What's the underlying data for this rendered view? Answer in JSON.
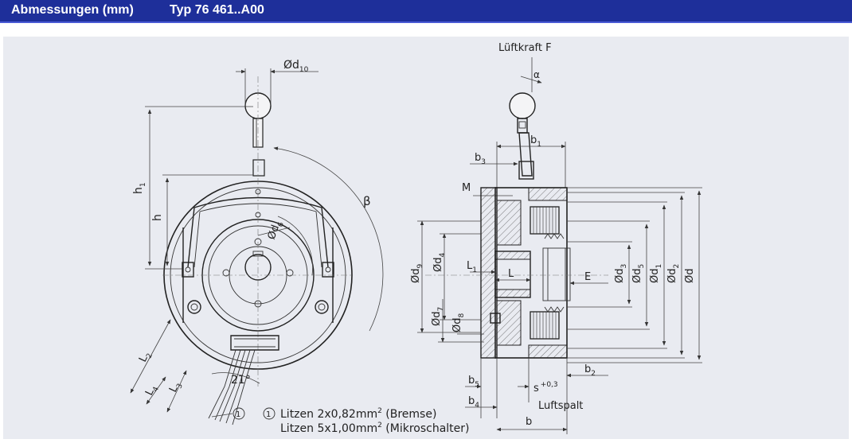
{
  "header": {
    "title_left": "Abmessungen (mm)",
    "title_right": "Typ 76 461..A00"
  },
  "colors": {
    "header_bg": "#1e2f9a",
    "panel_bg": "#e9ebf1"
  },
  "front_view": {
    "d10": "Ød",
    "d10_sub": "10",
    "h1": "h",
    "h1_sub": "1",
    "h": "h",
    "beta": "β",
    "d6": "Ød",
    "d6_sub": "6",
    "L2": "L",
    "L2_sub": "2",
    "L4": "L",
    "L4_sub": "4",
    "L3": "L",
    "L3_sub": "3",
    "angle": "21°",
    "callout": "1"
  },
  "side_view": {
    "force": "Lüftkraft F",
    "alpha": "α",
    "b1": "b",
    "b1_sub": "1",
    "b3": "b",
    "b3_sub": "3",
    "M": "M",
    "d9": "Ød",
    "d9_sub": "9",
    "d4": "Ød",
    "d4_sub": "4",
    "L1": "L",
    "L1_sub": "1",
    "L": "L",
    "E": "E",
    "d7": "Ød",
    "d7_sub": "7",
    "d8": "Ød",
    "d8_sub": "8",
    "d3": "Ød",
    "d3_sub": "3",
    "d5": "Ød",
    "d5_sub": "5",
    "d1": "Ød",
    "d1_sub": "1",
    "d2": "Ød",
    "d2_sub": "2",
    "d": "Ød",
    "b5": "b",
    "b5_sub": "5",
    "s": "s",
    "s_tol": "+0,3",
    "b2": "b",
    "b2_sub": "2",
    "b4": "b",
    "b4_sub": "4",
    "luftspalt": "Luftspalt",
    "b": "b"
  },
  "legend": {
    "marker": "1",
    "line1_a": "Litzen 2x0,82mm",
    "line1_sup": "2",
    "line1_b": " (Bremse)",
    "line2_a": "Litzen 5x1,00mm",
    "line2_sup": "2",
    "line2_b": " (Mikroschalter)"
  }
}
